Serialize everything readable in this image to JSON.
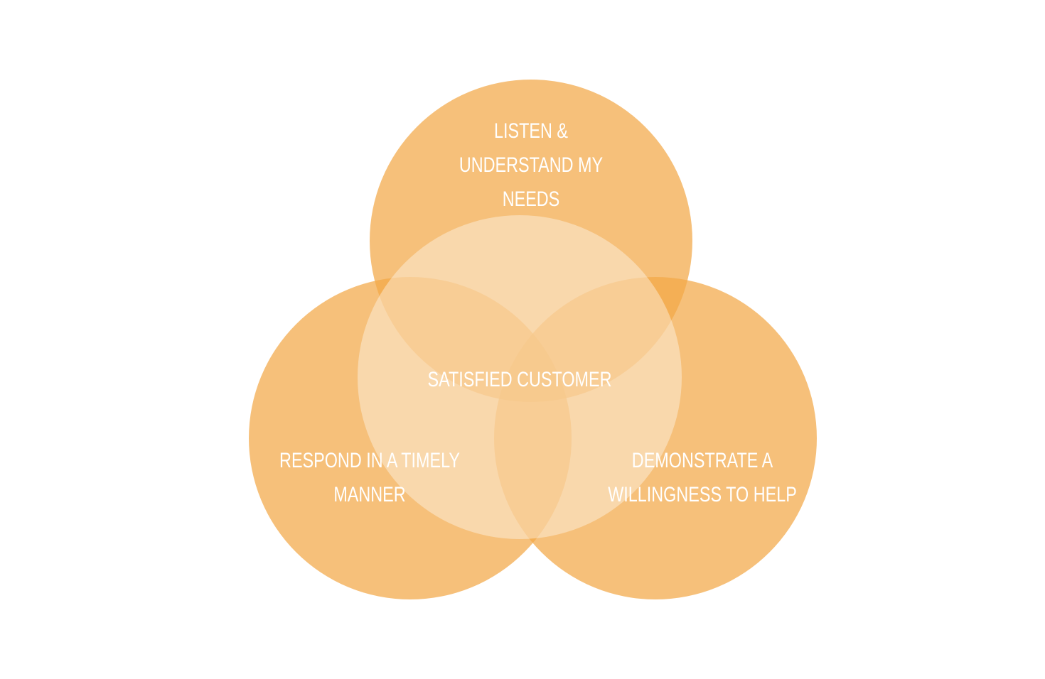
{
  "diagram": {
    "type": "venn",
    "colors": {
      "circle": "#F3A847",
      "center_overlay": "#FFFFFF",
      "text": "#FFFFFF"
    },
    "circles": [
      {
        "id": "top",
        "label_lines": [
          "LISTEN &",
          "UNDERSTAND MY",
          "NEEDS"
        ]
      },
      {
        "id": "left",
        "label_lines": [
          "RESPOND IN A TIMELY",
          "MANNER"
        ]
      },
      {
        "id": "right",
        "label_lines": [
          "DEMONSTRATE A",
          "WILLINGNESS TO HELP"
        ]
      }
    ],
    "center": {
      "label": "SATISFIED CUSTOMER"
    }
  }
}
